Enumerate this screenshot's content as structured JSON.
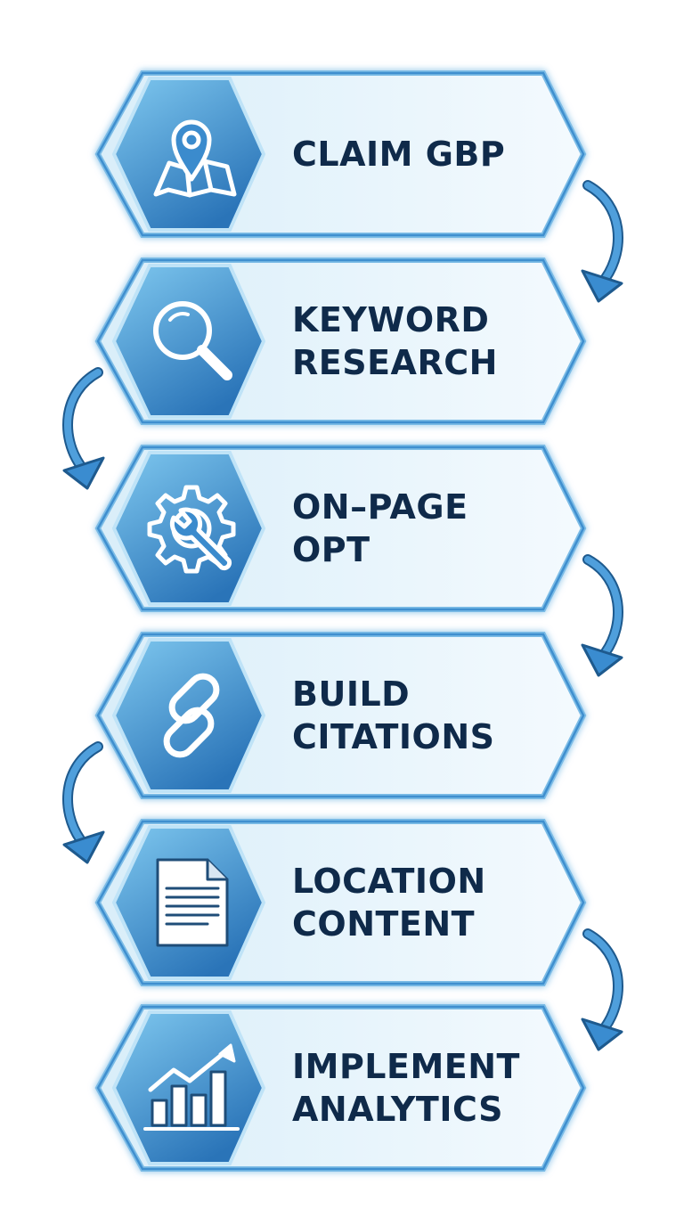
{
  "steps": [
    {
      "lines": [
        "CLAIM GBP"
      ],
      "icon": "map-pin-icon"
    },
    {
      "lines": [
        "KEYWORD",
        "RESEARCH"
      ],
      "icon": "magnifying-glass-icon"
    },
    {
      "lines": [
        "ON–PAGE",
        "OPT"
      ],
      "icon": "gear-wrench-icon"
    },
    {
      "lines": [
        "BUILD",
        "CITATIONS"
      ],
      "icon": "chain-link-icon"
    },
    {
      "lines": [
        "LOCATION",
        "CONTENT"
      ],
      "icon": "document-icon"
    },
    {
      "lines": [
        "IMPLEMENT",
        "ANALYTICS"
      ],
      "icon": "bar-chart-growth-icon"
    }
  ],
  "colors": {
    "text": "#0f2a4a",
    "hex_dark": "#2f7fbf",
    "hex_light": "#7cc3ee",
    "panel_fill": "#eaf5fc",
    "panel_stroke": "#5aa6da",
    "arrow": "#2f7fc2"
  }
}
